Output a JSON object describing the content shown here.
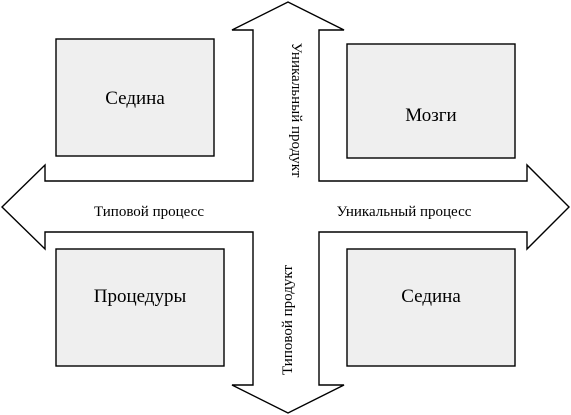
{
  "quadrants": {
    "top_left": "Седина",
    "top_right": "Мозги",
    "bottom_left": "Процедуры",
    "bottom_right": "Седина"
  },
  "axes": {
    "left": "Типовой процесс",
    "right": "Уникальный процесс",
    "top": "Уникальный продукт",
    "bottom": "Типовой продукт"
  },
  "colors": {
    "box_fill": "#efefef",
    "stroke": "#000000",
    "background": "#ffffff"
  }
}
